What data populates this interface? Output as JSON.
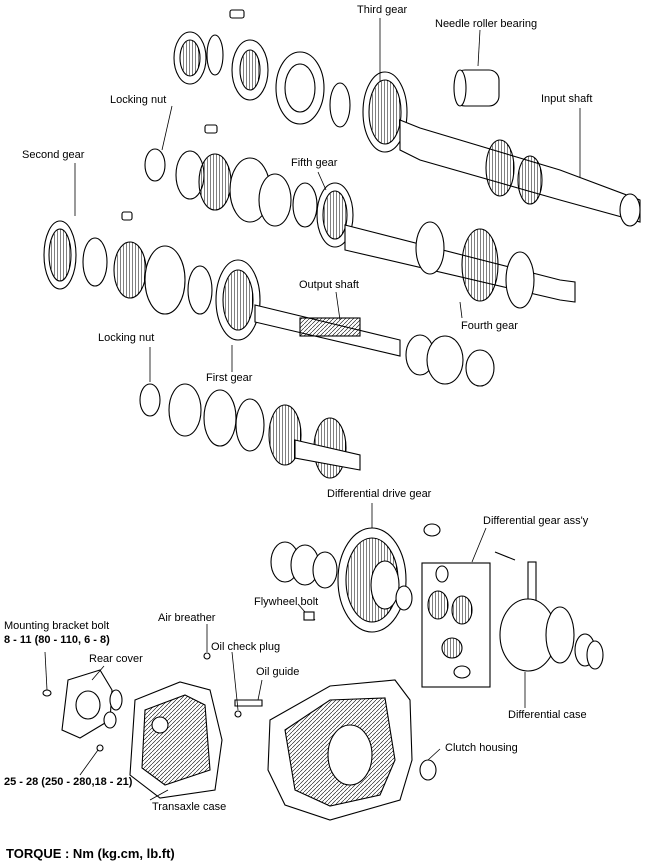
{
  "labels": {
    "third_gear": "Third gear",
    "needle_roller_bearing": "Needle roller bearing",
    "input_shaft": "Input shaft",
    "locking_nut_top": "Locking nut",
    "second_gear": "Second gear",
    "fifth_gear": "Fifth gear",
    "output_shaft": "Output shaft",
    "fourth_gear": "Fourth gear",
    "locking_nut_bottom": "Locking nut",
    "first_gear": "First gear",
    "differential_drive_gear": "Differential drive gear",
    "differential_gear_assy": "Differential gear ass'y",
    "flywheel_bolt": "Flywheel bolt",
    "mounting_bracket_bolt": "Mounting bracket bolt",
    "mounting_bracket_torque": "8 - 11 (80 - 110, 6 - 8)",
    "air_breather": "Air breather",
    "oil_check_plug": "Oil check plug",
    "rear_cover": "Rear cover",
    "oil_guide": "Oil guide",
    "differential_case": "Differential case",
    "clutch_housing": "Clutch housing",
    "rear_cover_bolt_torque": "25 - 28 (250 - 280,18 - 21)",
    "transaxle_case": "Transaxle case"
  },
  "footer": {
    "torque_units": "TORQUE : Nm (kg.cm, lb.ft)"
  }
}
